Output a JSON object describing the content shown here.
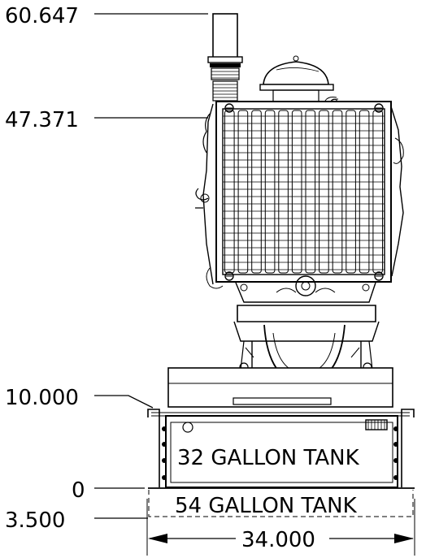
{
  "dimensions": {
    "height_top": "60.647",
    "height_radiator": "47.371",
    "height_tank32": "10.000",
    "height_zero": "0",
    "height_tank54": "3.500",
    "width": "34.000"
  },
  "tanks": {
    "upper": "32 GALLON TANK",
    "lower": "54 GALLON TANK"
  }
}
